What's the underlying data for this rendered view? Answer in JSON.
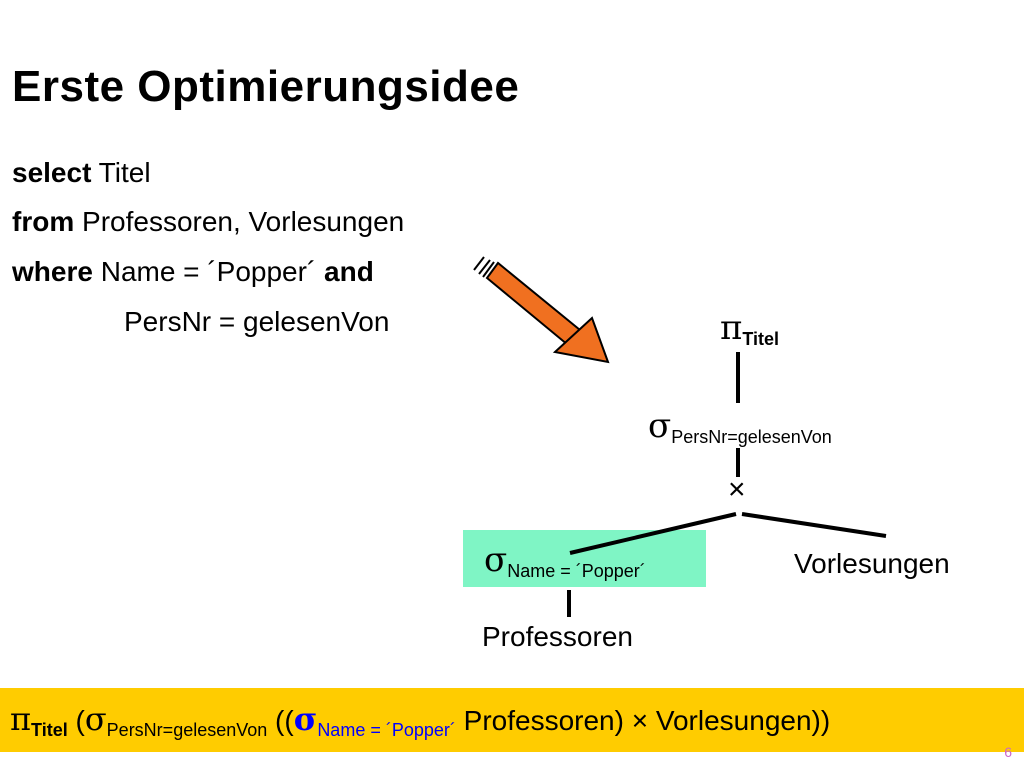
{
  "slide": {
    "title": "Erste Optimierungsidee",
    "page_number": "6"
  },
  "sql": {
    "line1_kw": "select",
    "line1_text": " Titel",
    "line2_kw": "from",
    "line2_text": " Professoren, Vorlesungen",
    "line3_kw": "where",
    "line3_text": " Name = ´Popper´ ",
    "line3_kw2": "and",
    "line4_text": "PersNr = gelesenVon"
  },
  "tree": {
    "pi_symbol": "π",
    "pi_sub": "Titel",
    "sigma_top_symbol": "σ",
    "sigma_top_sub": "PersNr=gelesenVon",
    "cross_symbol": "×",
    "sigma_low_symbol": "σ",
    "sigma_low_sub": "Name = ´Popper´",
    "leaf_left": "Professoren",
    "leaf_right": "Vorlesungen"
  },
  "formula": {
    "pi": "π",
    "pi_sub": "Titel",
    "open1": " (",
    "sigma1": "σ",
    "sigma1_sub": "PersNr=gelesenVon",
    "open2": " ((",
    "sigma2": "σ",
    "sigma2_sub": "Name = ´Popper´",
    "rest": " Professoren) × Vorlesungen))"
  },
  "colors": {
    "highlight": "#7ff5c5",
    "formula_bar": "#ffcc00",
    "arrow": "#f07020",
    "blue": "#0000ff"
  }
}
